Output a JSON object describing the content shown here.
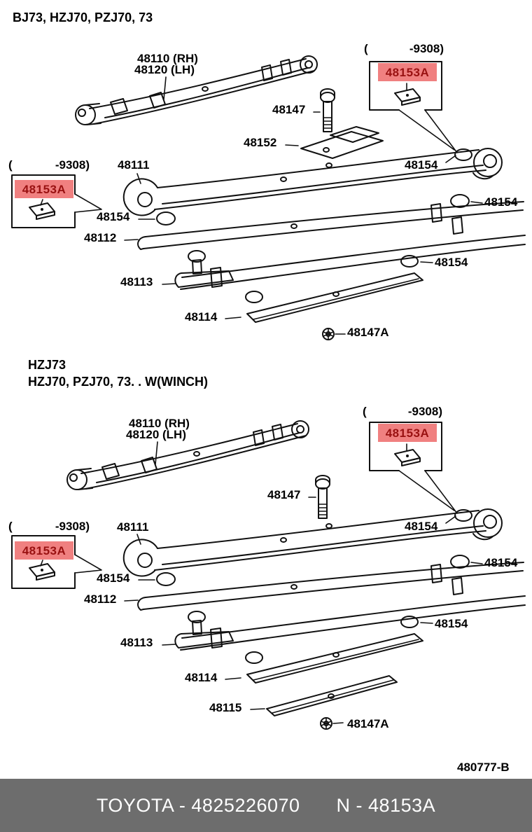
{
  "doc": {
    "section1": {
      "title": "BJ73, HZJ70, PZJ70, 73",
      "main_rh": "48110 (RH)",
      "main_lh": "48120 (LH)",
      "callout": {
        "open": "(",
        "range": "-9308)",
        "part": "48153A"
      },
      "p48147": "48147",
      "p48152": "48152",
      "p48111": "48111",
      "p48154": "48154",
      "p48112": "48112",
      "p48113": "48113",
      "p48114": "48114",
      "p48147A": "48147A"
    },
    "section2": {
      "title_line1": "HZJ73",
      "title_line2": "HZJ70, PZJ70, 73. . W(WINCH)",
      "main_rh": "48110 (RH)",
      "main_lh": "48120 (LH)",
      "callout": {
        "open": "(",
        "range": "-9308)",
        "part": "48153A"
      },
      "p48147": "48147",
      "p48111": "48111",
      "p48154": "48154",
      "p48112": "48112",
      "p48113": "48113",
      "p48114": "48114",
      "p48115": "48115",
      "p48147A": "48147A"
    },
    "ref_code": "480777-B"
  },
  "footer": {
    "brand_part": "TOYOTA - 4825226070",
    "part_ref": "N - 48153A"
  },
  "colors": {
    "highlight_bg": "#f08080",
    "highlight_text": "#991111",
    "footer_bg": "#6d6d6d",
    "line": "#111111",
    "background": "#ffffff"
  }
}
